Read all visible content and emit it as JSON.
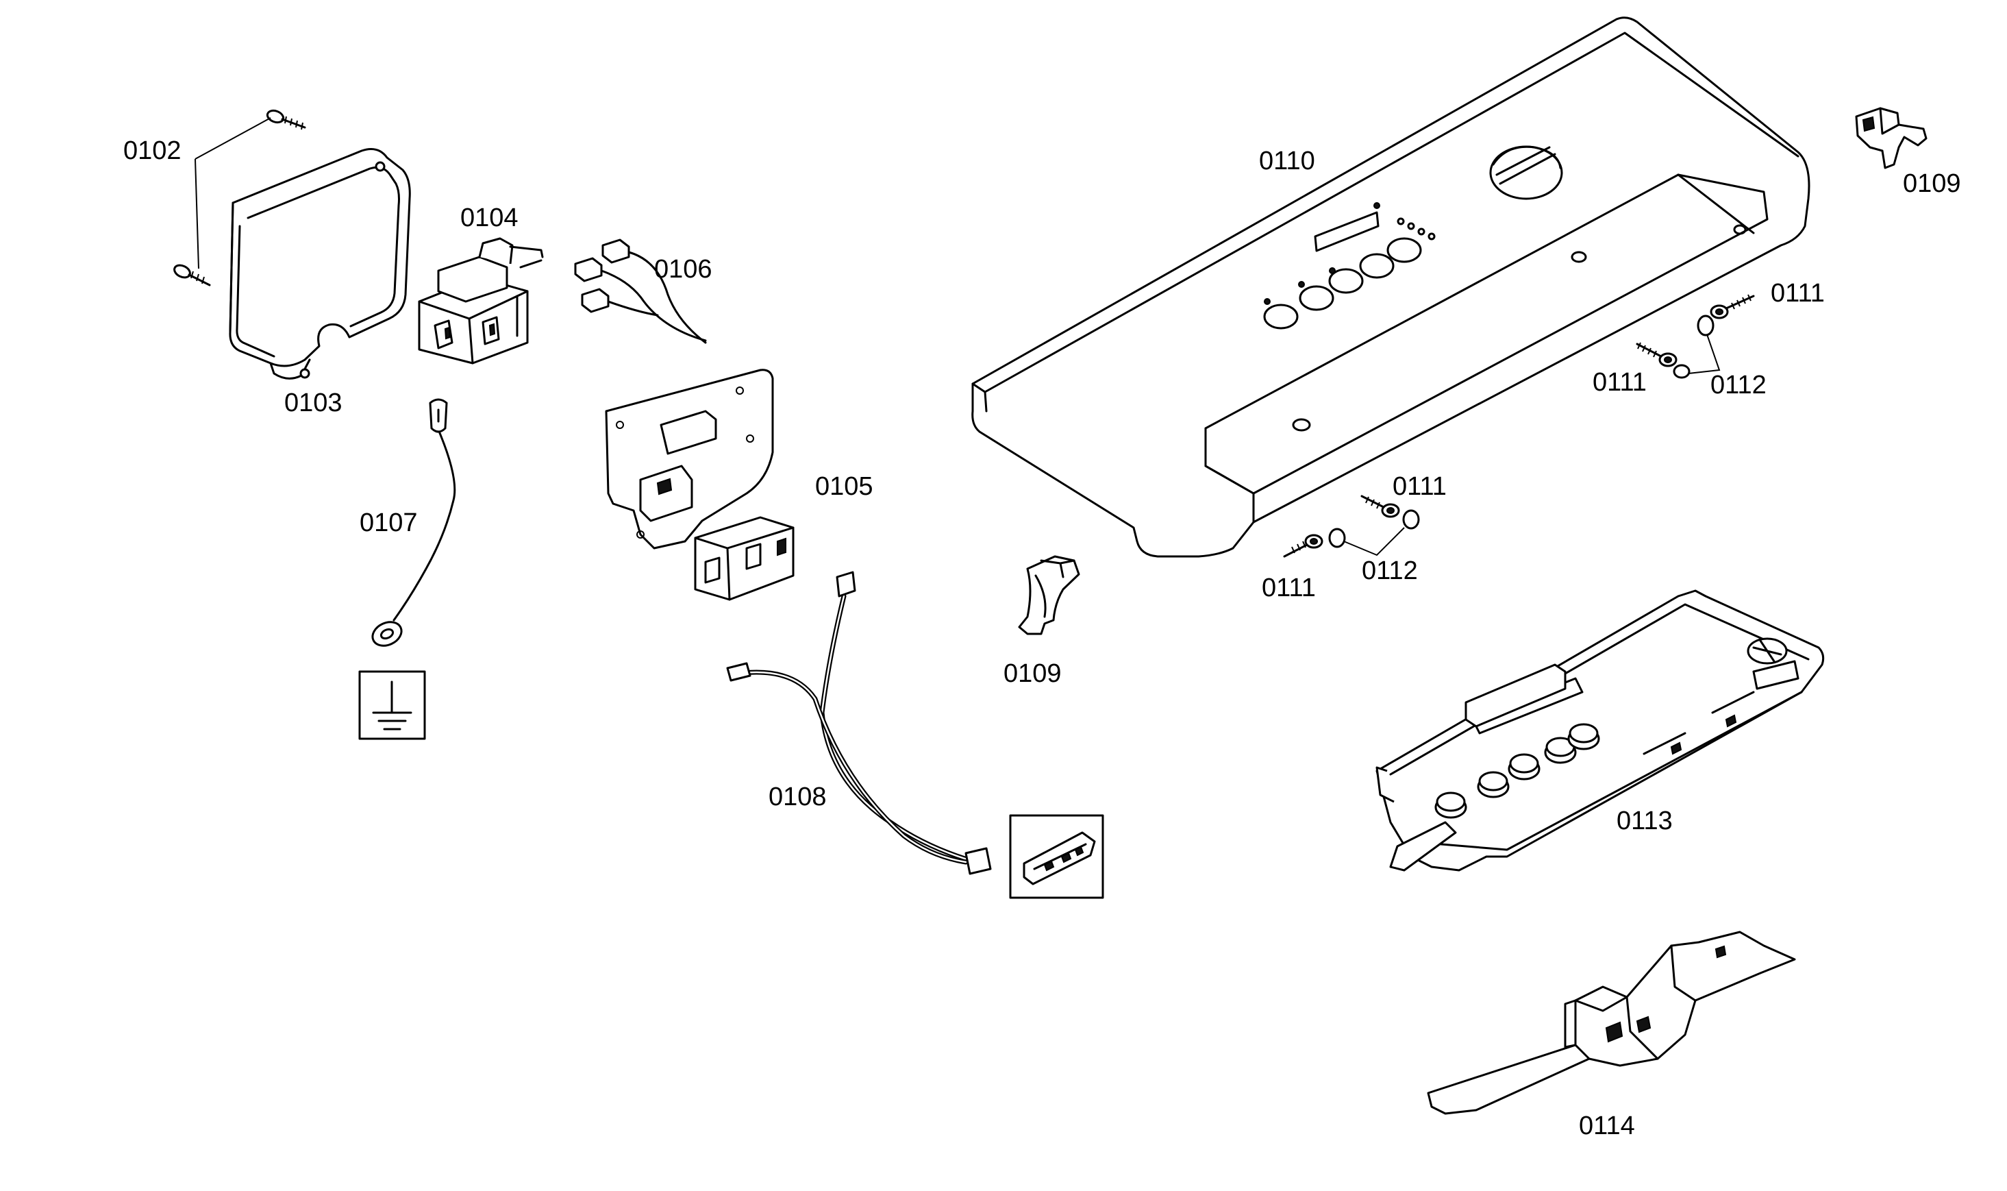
{
  "labels": {
    "p0102": "0102",
    "p0103": "0103",
    "p0104": "0104",
    "p0105": "0105",
    "p0106": "0106",
    "p0107": "0107",
    "p0108": "0108",
    "p0109_left": "0109",
    "p0109_right": "0109",
    "p0110": "0110",
    "p0111_a": "0111",
    "p0111_b": "0111",
    "p0111_c": "0111",
    "p0111_d": "0111",
    "p0112_a": "0112",
    "p0112_b": "0112",
    "p0113": "0113",
    "p0114": "0114"
  },
  "icons": {
    "ground": "ground-symbol-icon"
  },
  "colors": {
    "ink": "#000000",
    "paper": "#ffffff"
  }
}
